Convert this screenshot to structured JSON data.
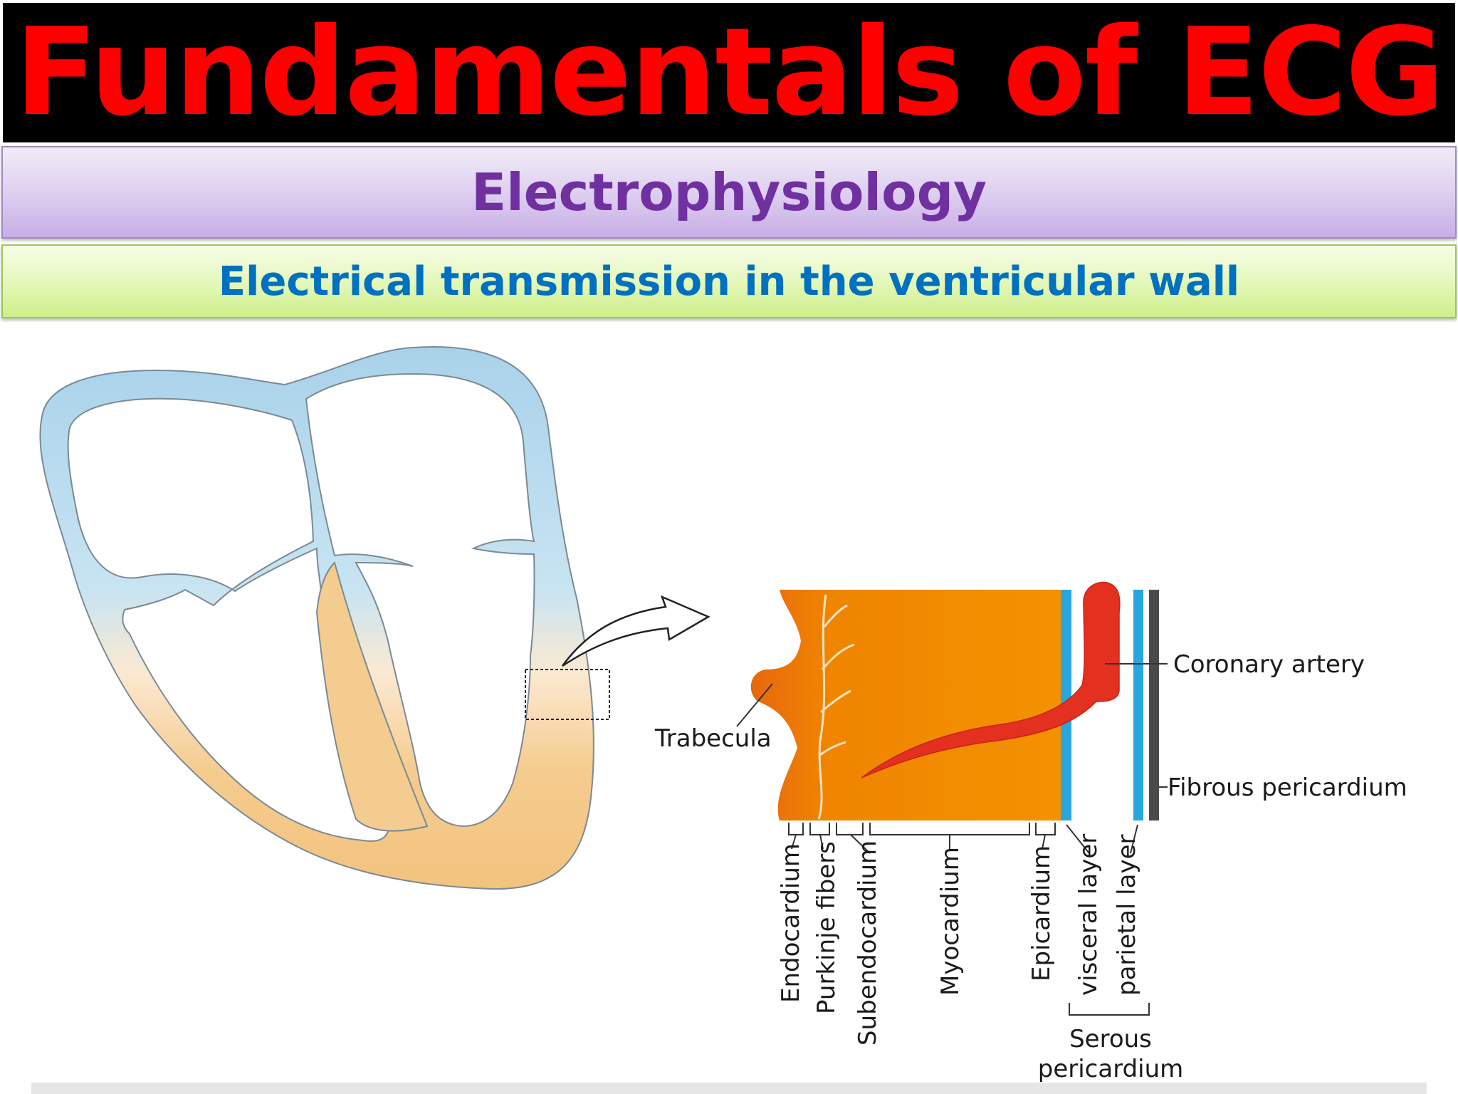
{
  "slide": {
    "title": "Fundamentals of ECG",
    "subtitle": "Electrophysiology",
    "section_heading": "Electrical transmission in the ventricular wall"
  },
  "diagram": {
    "labels": {
      "trabecula": "Trabecula",
      "coronary_artery": "Coronary artery",
      "fibrous_pericardium": "Fibrous pericardium",
      "endocardium": "Endocardium",
      "purkinje_fibers": "Purkinje fibers",
      "subendocardium": "Subendocardium",
      "myocardium": "Myocardium",
      "epicardium": "Epicardium",
      "visceral_layer": "visceral layer",
      "parietal_layer": "parietal layer",
      "serous_pericardium_line1": "Serous",
      "serous_pericardium_line2": "pericardium"
    },
    "colors": {
      "title_background": "#000000",
      "title_text": "#ff0000",
      "subtitle_text": "#7030a0",
      "section_text": "#0070c0",
      "heart_upper": "#b9dcee",
      "heart_lower": "#f5c98a",
      "myocardium": "#f39200",
      "coronary_artery": "#e3301f",
      "pericardium_blue": "#29a6e0",
      "fibrous_gray": "#4a4a4a"
    }
  }
}
